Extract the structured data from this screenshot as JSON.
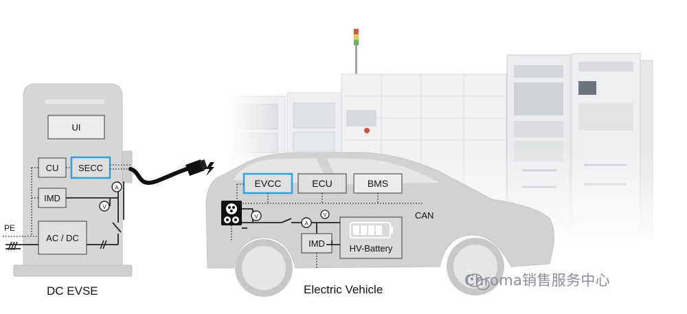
{
  "evse": {
    "label": "DC EVSE",
    "ui": "UI",
    "cu": "CU",
    "secc": "SECC",
    "imd": "IMD",
    "acdc": "AC / DC",
    "pe": "PE",
    "ammeter": "A",
    "voltmeter": "V"
  },
  "vehicle": {
    "label": "Electric Vehicle",
    "evcc": "EVCC",
    "ecu": "ECU",
    "bms": "BMS",
    "can": "CAN",
    "imd": "IMD",
    "battery": "HV-Battery",
    "voltmeter": "V",
    "ammeter": "A"
  },
  "watermark": "Chroma销售服务中心",
  "colors": {
    "highlight": "#2ea3d9",
    "body_gray": "#d4d4d4",
    "box_fill": "#e6e6e6",
    "line": "#333333"
  }
}
